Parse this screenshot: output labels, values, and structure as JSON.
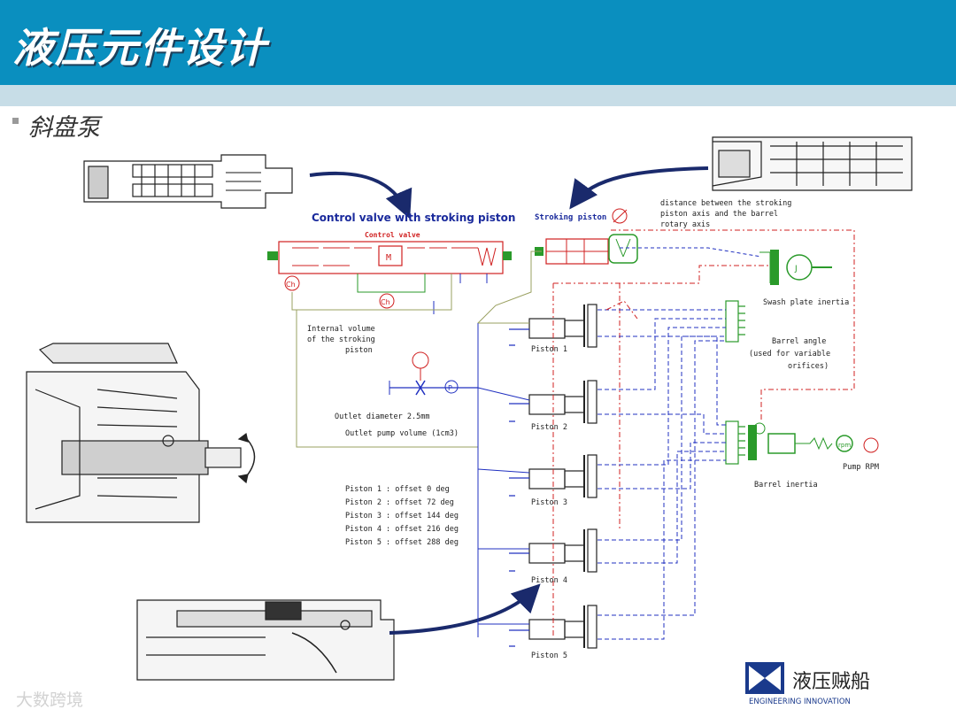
{
  "slide": {
    "title": "液压元件设计",
    "subtitle": "斜盘泵"
  },
  "labels": {
    "control_valve_with_piston": "Control valve with stroking piston",
    "control_valve": "Control valve",
    "stroking_piston": "Stroking piston",
    "distance_note_1": "distance between the stroking",
    "distance_note_2": "piston axis and the barrel",
    "distance_note_3": "rotary axis",
    "internal_volume_1": "Internal volume",
    "internal_volume_2": "of the stroking",
    "internal_volume_3": "piston",
    "outlet_diameter": "Outlet diameter 2.5mm",
    "outlet_volume": "Outlet pump volume (1cm3)",
    "swash_inertia": "Swash plate inertia",
    "barrel_angle_1": "Barrel angle",
    "barrel_angle_2": "(used for variable",
    "barrel_angle_3": "orifices)",
    "barrel_inertia": "Barrel inertia",
    "pump_rpm": "Pump RPM",
    "pistons": [
      "Piston 1",
      "Piston 2",
      "Piston 3",
      "Piston 4",
      "Piston 5"
    ],
    "offsets": [
      "Piston 1 : offset 0 deg",
      "Piston 2 : offset 72 deg",
      "Piston 3 : offset 144 deg",
      "Piston 4 : offset 216 deg",
      "Piston 5 : offset 288 deg"
    ]
  },
  "logo": {
    "tagline": "ENGINEERING INNOVATION",
    "wechat_name": "液压贼船"
  },
  "watermark": "大数跨境",
  "colors": {
    "header": "#0a8fbf",
    "band": "#c7dde7",
    "arrow": "#1a2a6c",
    "red_line": "#d02020",
    "blue_line": "#2030c0",
    "green": "#2a9a2a",
    "olive": "#9aa060"
  }
}
